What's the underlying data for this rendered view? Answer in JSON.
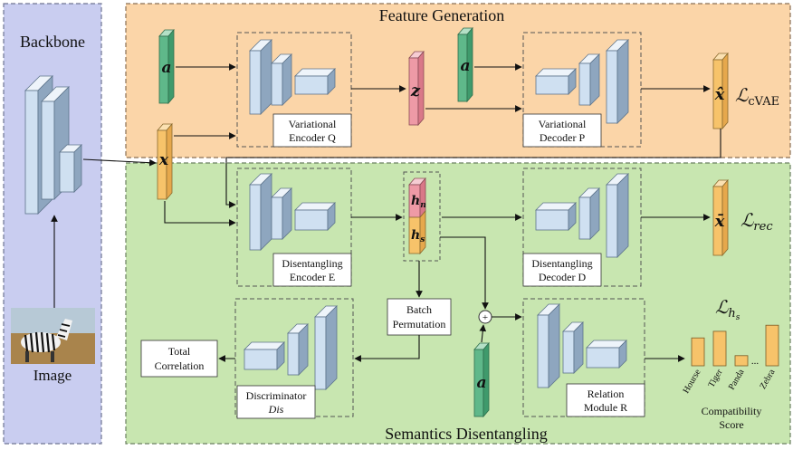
{
  "sections": {
    "backbone": "Backbone",
    "feature_generation": "Feature Generation",
    "semantics_disentangling": "Semantics Disentangling"
  },
  "image_label": "Image",
  "modules": {
    "variational_encoder": [
      "Variational",
      "Encoder Q"
    ],
    "variational_decoder": [
      "Variational",
      "Decoder P"
    ],
    "disentangling_encoder": [
      "Disentangling",
      "Encoder E"
    ],
    "disentangling_decoder": [
      "Disentangling",
      "Decoder D"
    ],
    "discriminator": [
      "Discriminator",
      "Dis"
    ],
    "relation_module": [
      "Relation",
      "Module R"
    ],
    "batch_permutation": [
      "Batch",
      "Permutation"
    ],
    "total_correlation": [
      "Total",
      "Correlation"
    ]
  },
  "symbols": {
    "a": "a",
    "x": "x",
    "z": "z",
    "x_hat": "x̂",
    "x_bar": "x̄",
    "h_n": "h",
    "h_n_sub": "n",
    "h_s": "h",
    "h_s_sub": "s",
    "plus": "+",
    "loss_cvae_main": "ℒ",
    "loss_cvae_sub": "cVAE",
    "loss_rec_main": "ℒ",
    "loss_rec_sub": "rec",
    "loss_hs_main": "ℒ",
    "loss_hs_sub": "h",
    "loss_hs_subsub": "s"
  },
  "compatibility": {
    "title": [
      "Compatibility",
      "Score"
    ],
    "classes": [
      "Hourse",
      "Tiger",
      "Panda",
      "Zebra"
    ],
    "ellipsis": "...",
    "scores": [
      0.55,
      0.68,
      0.2,
      0.8
    ]
  },
  "colors": {
    "backbone_bg": "#c9cdf0",
    "feature_bg": "#fbd5a8",
    "semantics_bg": "#c8e6b0",
    "attribute": "#5fb88a",
    "feature_x": "#f7c36a",
    "latent_z": "#ee9aa6",
    "layer_front": "#cfe0f1",
    "layer_side": "#8ea6bf",
    "layer_top": "#eef4fa",
    "bar": "#f7c36a"
  }
}
